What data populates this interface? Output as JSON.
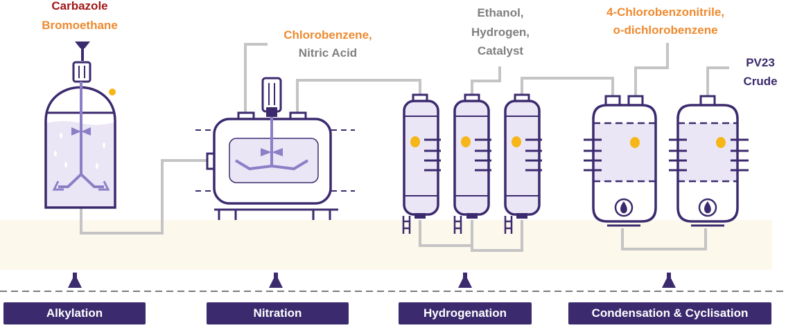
{
  "colors": {
    "brand_purple": "#3b2a6e",
    "accent_orange": "#ee8a2f",
    "dark_red": "#a01616",
    "pipe_gray": "#c4c4c4",
    "text_gray": "#7f7f7f",
    "vessel_fill": "#ebe6f6",
    "floor_band": "#fdf8ec",
    "indicator_yellow": "#f6b617"
  },
  "inputs": {
    "alkylation": {
      "line1": "Carbazole",
      "line2": "Bromoethane"
    },
    "nitration": {
      "line1": "Chlorobenzene,",
      "line2": "Nitric Acid"
    },
    "hydrogenation": {
      "line1": "Ethanol,",
      "line2": "Hydrogen,",
      "line3": "Catalyst"
    },
    "condensation": {
      "line1": "4-Chlorobenzonitrile,",
      "line2": "o-dichlorobenzene"
    }
  },
  "output": {
    "line1": "PV23",
    "line2": "Crude"
  },
  "stages": [
    {
      "label": "Alkylation",
      "icon": "flask-icon"
    },
    {
      "label": "Nitration",
      "icon": "flask-icon"
    },
    {
      "label": "Hydrogenation",
      "icon": "flask-icon"
    },
    {
      "label": "Condensation & Cyclisation",
      "icon": "flask-icon"
    }
  ],
  "icons": {
    "burner": "flame-icon",
    "funnel": "funnel-icon",
    "stage_marker": "flask-icon"
  }
}
